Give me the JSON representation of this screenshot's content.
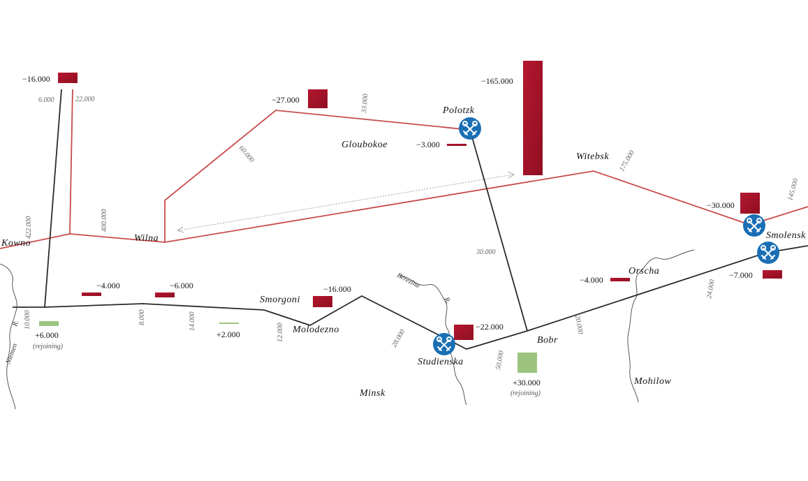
{
  "cities": {
    "kowno": "Kowno",
    "wilna": "Wilna",
    "polotzk": "Polotzk",
    "gloubokoe": "Gloubokoe",
    "witebsk": "Witebsk",
    "smolensk": "Smolensk",
    "orscha": "Orscha",
    "smorgoni": "Smorgoni",
    "molodezno": "Molodezno",
    "studienska": "Studienska",
    "bobr": "Bobr",
    "minsk": "Minsk",
    "mohilow": "Mohilow"
  },
  "rivers": {
    "niemen": "Niemen",
    "niemen_r": "R.",
    "berezina": "Berezina",
    "berezina_r": "R."
  },
  "losses": {
    "l16000_top": "−16.000",
    "l27000": "−27.000",
    "l165000": "−165.000",
    "l3000": "−3.000",
    "l30000": "−30.000",
    "l7000": "−7.000",
    "l4000_a": "−4.000",
    "l6000": "−6.000",
    "l16000_b": "−16.000",
    "l22000": "−22.000",
    "l4000_b": "−4.000"
  },
  "gains": {
    "g6000": "+6.000",
    "g6000_note": "(rejoining)",
    "g2000": "+2.000",
    "g30000": "+30.000",
    "g30000_note": "(rejoining)"
  },
  "flows": {
    "f6000": "6.000",
    "f22000": "22.000",
    "f422000": "422.000",
    "f400000": "400.000",
    "f60000": "60.000",
    "f33000": "33.000",
    "f175000": "175.000",
    "f145000": "145.000",
    "f30000": "30.000",
    "f50000": "50.000",
    "f28000": "28.000",
    "f20000": "20.000",
    "f24000": "24.000",
    "f10000": "10.000",
    "f8000": "8.000",
    "f14000": "14.000",
    "f12000": "12.000"
  },
  "colors": {
    "advance": "#c94b4b",
    "retreat": "#2b2b2b",
    "loss": "#a8132b",
    "gain": "#9cc47f",
    "battle": "#1a6fb5",
    "river": "#444444"
  },
  "icons": {
    "battle": "crossed-swords-icon"
  }
}
